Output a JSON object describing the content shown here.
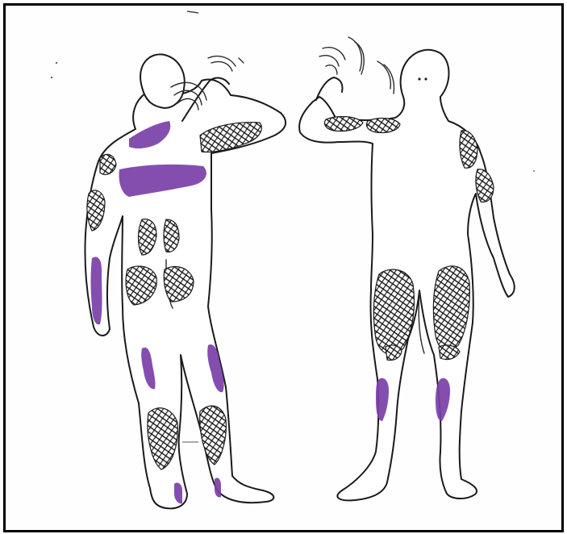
{
  "figure": {
    "left_figure": "back-view",
    "right_figure": "front-view"
  },
  "colors": {
    "border": "#000000",
    "outline": "#1a1a1a",
    "pain_purple": "#7a3fa8",
    "hatch": "#111111",
    "background": "#fefefe"
  },
  "regions": {
    "back_view": {
      "purple": [
        "neck-trapezius",
        "upper-back",
        "left-forearm",
        "left-calf",
        "right-calf",
        "right-ankle"
      ],
      "hatched": [
        "shoulder-posterior",
        "right-arm",
        "upper-arm-left",
        "lower-back-left",
        "lower-back-right",
        "left-buttock",
        "right-buttock",
        "left-knee-back",
        "right-knee-back"
      ]
    },
    "front_view": {
      "purple": [
        "left-shin",
        "right-shin"
      ],
      "hatched": [
        "chest-left",
        "chest-right",
        "left-shoulder",
        "left-upper-arm",
        "right-thigh",
        "left-thigh",
        "right-knee",
        "left-knee"
      ]
    }
  }
}
